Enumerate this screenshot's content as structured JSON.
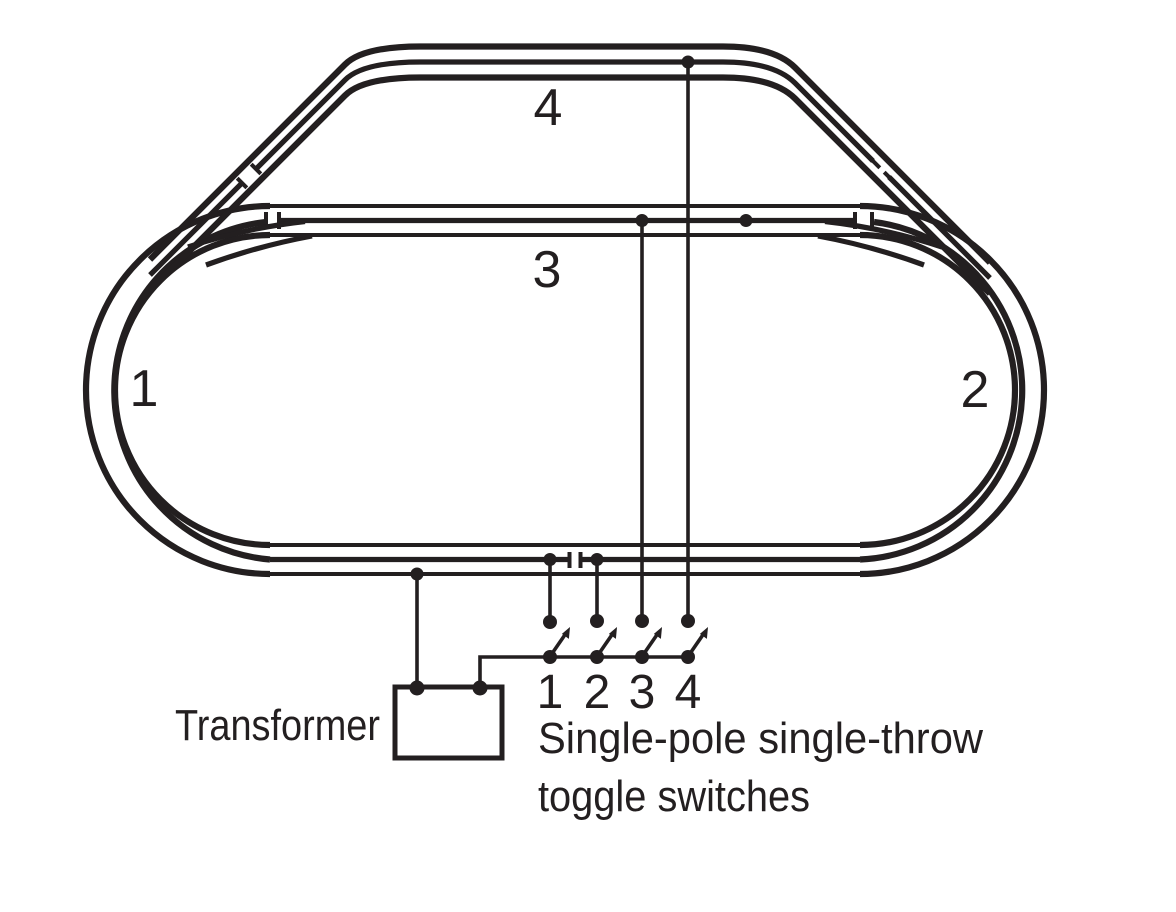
{
  "diagram": {
    "track_labels": {
      "loop_left": "1",
      "loop_right": "2",
      "siding": "3",
      "bypass": "4"
    },
    "transformer": {
      "label": "Transformer"
    },
    "switches": {
      "labels": [
        "1",
        "2",
        "3",
        "4"
      ],
      "caption": [
        "Single-pole single-throw",
        "toggle switches"
      ]
    },
    "colors": {
      "ink": "#231f20",
      "background": "#ffffff"
    }
  }
}
